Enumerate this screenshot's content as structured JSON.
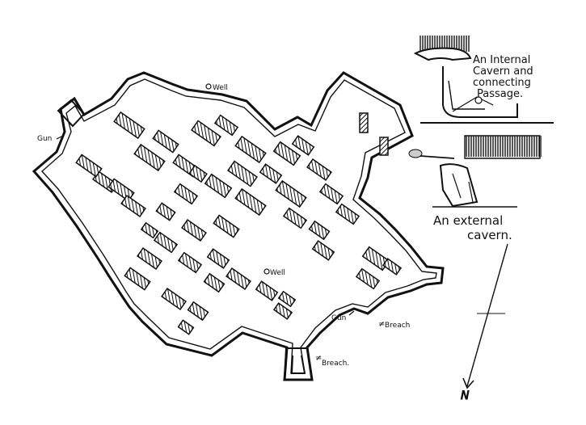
{
  "labels": {
    "gun_left": "Gun",
    "gun_right": "Gun",
    "well_top": "Well",
    "well_center": "Well",
    "breach_right": "Breach",
    "breach_bottom": "Breach.",
    "north": "N"
  },
  "insets": {
    "internal": [
      "An Internal",
      "Cavern and",
      "connecting",
      "Passage."
    ],
    "external": [
      "An external",
      "cavern."
    ]
  },
  "colors": {
    "ink": "#111111",
    "paper": "#ffffff"
  }
}
